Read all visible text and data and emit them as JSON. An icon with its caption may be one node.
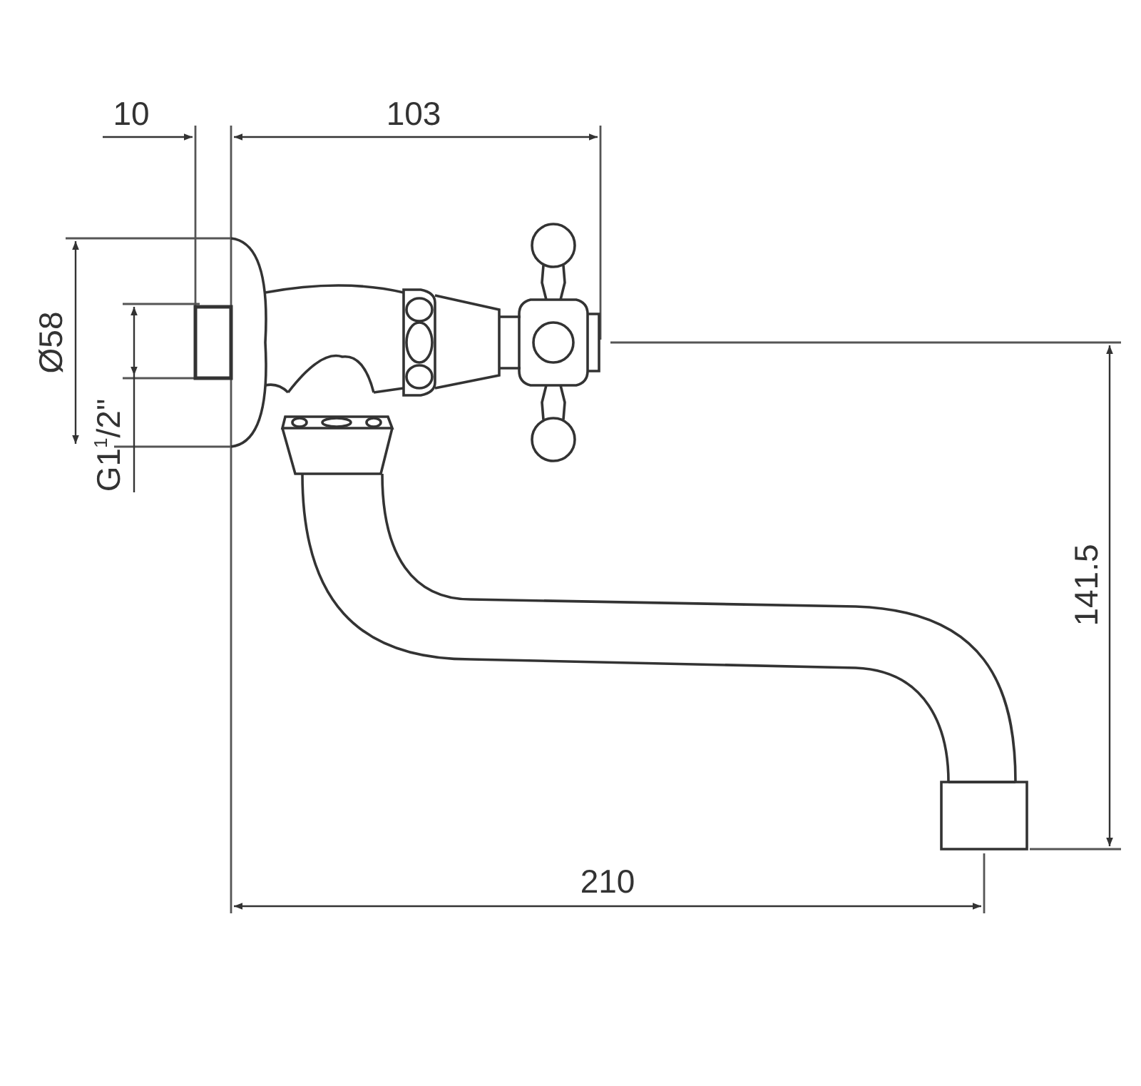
{
  "diagram": {
    "labels": [
      "10",
      "103",
      "Ø58",
      "G1$^{1}$/2\"",
      "141.5",
      "210"
    ]
  }
}
